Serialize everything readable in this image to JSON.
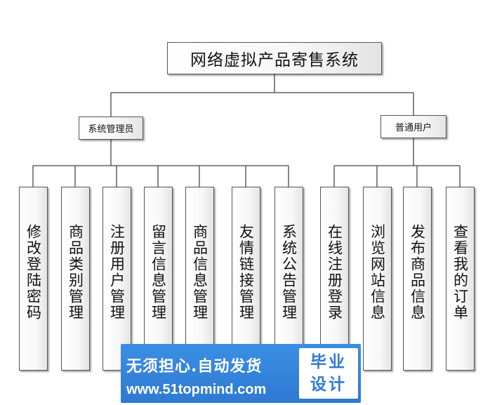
{
  "root": {
    "label": "网络虚拟产品寄售系统"
  },
  "branches": [
    {
      "label": "系统管理员",
      "children": [
        "修改登陆密码",
        "商品类别管理",
        "注册用户管理",
        "留言信息管理",
        "商品信息管理",
        "友情链接管理",
        "系统公告管理"
      ]
    },
    {
      "label": "普通用户",
      "children": [
        "在线注册登录",
        "浏览网站信息",
        "发布商品信息",
        "查看我的订单"
      ]
    }
  ],
  "watermark": {
    "slogan": "无须担心.自动发货",
    "url": "www.51topmind.com",
    "badge_line1": "毕业",
    "badge_line2": "设计"
  }
}
